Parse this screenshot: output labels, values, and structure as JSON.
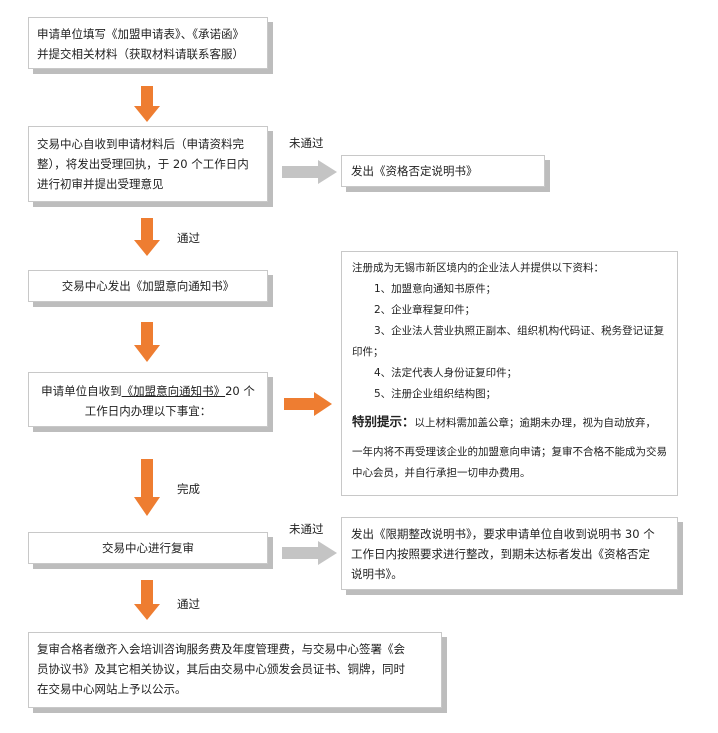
{
  "colors": {
    "orange_arrow": "#ee7d31",
    "gray_arrow": "#c4c4c4",
    "box_border": "#c8c8c8",
    "box_shadow": "#bdbdbd"
  },
  "steps": {
    "step1": {
      "line1": "申请单位填写《加盟申请表》、《承诺函》",
      "line2": "并提交相关材料（获取材料请联系客服）"
    },
    "step2": {
      "line1": "交易中心自收到申请材料后（申请资料完",
      "line2": "整），将发出受理回执，于 20 个工作日内",
      "line3": "进行初审并提出受理意见"
    },
    "step3": {
      "text": "交易中心发出《加盟意向通知书》"
    },
    "step4": {
      "line1_pre": "申请单位自收到",
      "line1_link": "《加盟意向通知书》",
      "line1_post": "20 个",
      "line2": "工作日内办理以下事宜："
    },
    "step5": {
      "text": "交易中心进行复审"
    },
    "step6": {
      "line1": "复审合格者缴齐入会培训咨询服务费及年度管理费，与交易中心签署《会",
      "line2": "员协议书》及其它相关协议，其后由交易中心颁发会员证书、铜牌，同时",
      "line3": "在交易中心网站上予以公示。"
    }
  },
  "side": {
    "reject1": {
      "text": "发出《资格否定说明书》"
    },
    "info": {
      "intro": "注册成为无锡市新区境内的企业法人并提供以下资料：",
      "items": [
        "1、加盟意向通知书原件；",
        "2、企业章程复印件；",
        "3、企业法人营业执照正副本、组织机构代码证、税务登记证复",
        "4、法定代表人身份证复印件；",
        "5、注册企业组织结构图；"
      ],
      "item3_cont": "印件；",
      "tip_label": "特别提示：",
      "tip_text": "以上材料需加盖公章；逾期未办理，视为自动放弃，",
      "para2_line1": "一年内将不再受理该企业的加盟意向申请；复审不合格不能成为交易",
      "para2_line2": "中心会员，并自行承担一切申办费用。"
    },
    "reject2": {
      "line1": "发出《限期整改说明书》，要求申请单位自收到说明书 30 个",
      "line2": "工作日内按照要求进行整改，到期未达标者发出《资格否定",
      "line3": "说明书》。"
    }
  },
  "labels": {
    "not_passed_1": "未通过",
    "passed_1": "通过",
    "done": "完成",
    "not_passed_2": "未通过",
    "passed_2": "通过"
  }
}
